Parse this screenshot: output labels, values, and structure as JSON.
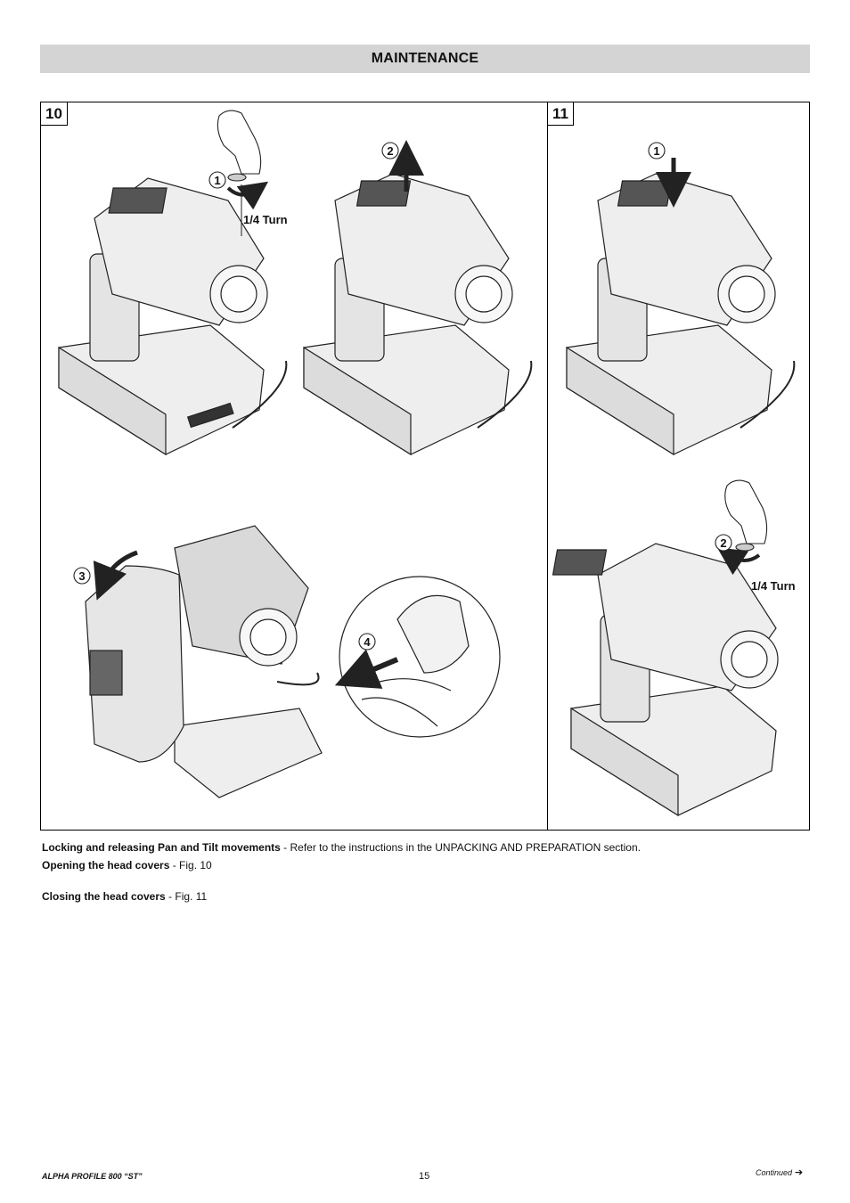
{
  "header": {
    "title": "MAINTENANCE"
  },
  "figures": {
    "fig10": {
      "label": "10",
      "steps": [
        "1",
        "2",
        "3",
        "4"
      ],
      "turn_label": "1/4 Turn"
    },
    "fig11": {
      "label": "11",
      "steps": [
        "1",
        "2"
      ],
      "turn_label": "1/4 Turn"
    }
  },
  "text": {
    "line1_bold": "Locking and releasing Pan and Tilt movements",
    "line1_rest": " - Refer to the instructions in the UNPACKING AND PREPARATION section.",
    "line2_bold": "Opening the head covers",
    "line2_rest": " - Fig. 10",
    "line3_bold": "Closing the head covers",
    "line3_rest": " - Fig. 11"
  },
  "footer": {
    "product": "ALPHA PROFILE 800 “ST”",
    "page_number": "15",
    "continued": "Continued"
  }
}
